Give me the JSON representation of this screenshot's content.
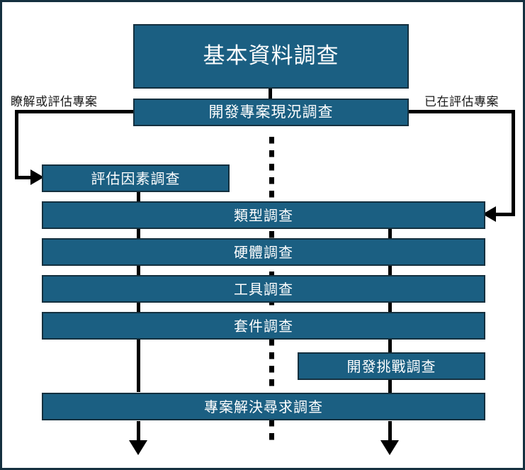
{
  "diagram": {
    "type": "flowchart",
    "title": "",
    "colors": {
      "node_fill": "#1b5f82",
      "node_border": "#14303f",
      "node_text": "#ffffff",
      "connector": "#000000",
      "canvas_border": "#15303f",
      "background": "#ffffff"
    },
    "nodes": [
      {
        "id": "n1",
        "label": "基本資料調查"
      },
      {
        "id": "n2",
        "label": "開發專案現況調查"
      },
      {
        "id": "n3",
        "label": "評估因素調查"
      },
      {
        "id": "n4",
        "label": "類型調查"
      },
      {
        "id": "n5",
        "label": "硬體調查"
      },
      {
        "id": "n6",
        "label": "工具調查"
      },
      {
        "id": "n7",
        "label": "套件調查"
      },
      {
        "id": "n8",
        "label": "開發挑戰調查"
      },
      {
        "id": "n9",
        "label": "專案解決尋求調查"
      }
    ],
    "branch_labels": [
      {
        "id": "left",
        "label": "瞭解或評估專案"
      },
      {
        "id": "right",
        "label": "已在評估專案"
      }
    ]
  }
}
